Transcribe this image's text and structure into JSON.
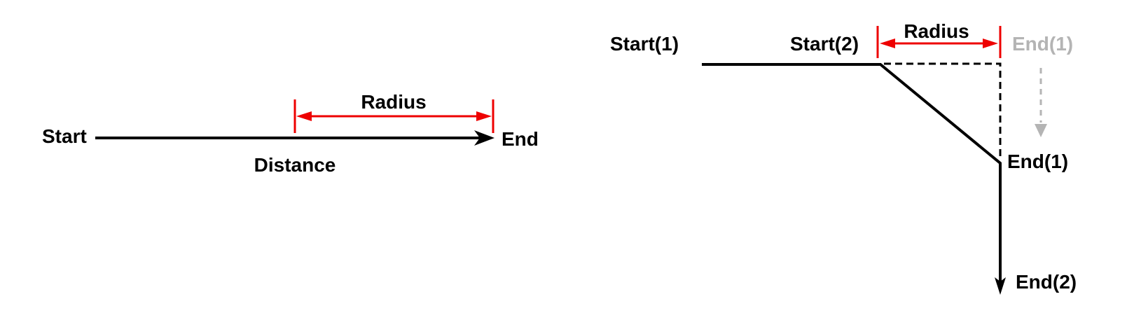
{
  "colors": {
    "line_black": "#000000",
    "accent_red": "#ee0000",
    "ghost_gray": "#b4b4b4"
  },
  "left_diagram": {
    "start_label": "Start",
    "end_label": "End",
    "distance_label": "Distance",
    "radius_label": "Radius"
  },
  "right_diagram": {
    "start1_label": "Start(1)",
    "start2_label": "Start(2)",
    "radius_label": "Radius",
    "end1_ghost_label": "End(1)",
    "end1_label": "End(1)",
    "end2_label": "End(2)"
  }
}
